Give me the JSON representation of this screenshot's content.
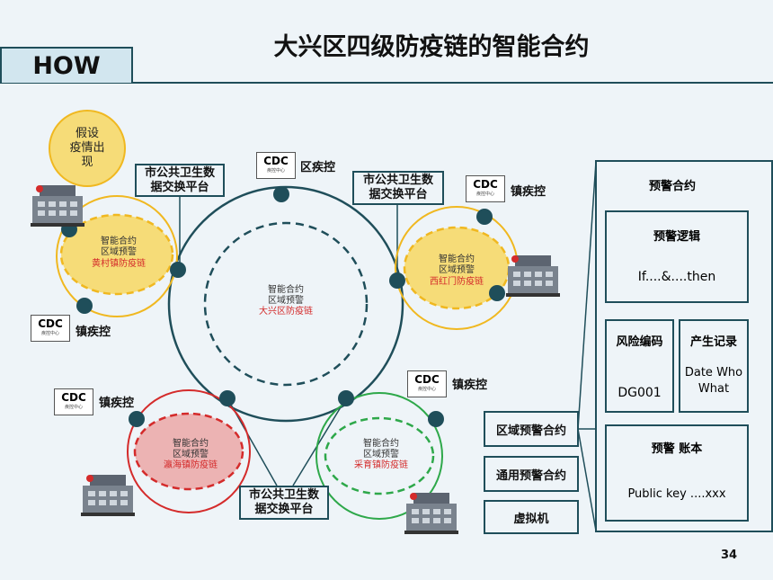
{
  "header": {
    "title": "大兴区四级防疫链的智能合约",
    "tag": "HOW"
  },
  "assumption": {
    "line1": "假设",
    "line2": "疫情出",
    "line3": "现"
  },
  "platform": {
    "line1": "市公共卫生数",
    "line2": "据交换平台"
  },
  "cdc": {
    "title": "CDC",
    "subtitle": "疾控中心"
  },
  "nodes": {
    "district": "区疾控",
    "town_upper_right": "镇疾控",
    "town_left": "镇疾控",
    "town_lower_left": "镇疾控",
    "town_lower_right": "镇疾控"
  },
  "chains": {
    "center": {
      "l1": "智能合约",
      "l2": "区域预警",
      "l3": "大兴区防疫链"
    },
    "huangcun": {
      "l1": "智能合约",
      "l2": "区域预警",
      "l3": "黄村镇防疫链"
    },
    "xihongmen": {
      "l1": "智能合约",
      "l2": "区域预警",
      "l3": "西红门防疫链"
    },
    "yinghai": {
      "l1": "智能合约",
      "l2": "区域预警",
      "l3": "瀛海镇防疫链"
    },
    "caiyu": {
      "l1": "智能合约",
      "l2": "区域预警",
      "l3": "采育镇防疫链"
    }
  },
  "contracts": {
    "regional": "区域预警合约",
    "general": "通用预警合约",
    "virtual": "虚拟机"
  },
  "panel": {
    "title": "预警合约",
    "logic_title": "预警逻辑",
    "logic_value": "If....&....then",
    "risk_title": "风险编码",
    "risk_value": "DG001",
    "record_title": "产生记录",
    "record_value1": "Date Who",
    "record_value2": "What",
    "ledger_title": "预警 账本",
    "ledger_value": "Public key ....xxx"
  },
  "page_number": "34",
  "colors": {
    "dark": "#1f4e5a",
    "yellow": "#f0b820",
    "red": "#d42b2b",
    "green": "#2ea84a",
    "accent": "#d42b2b"
  }
}
